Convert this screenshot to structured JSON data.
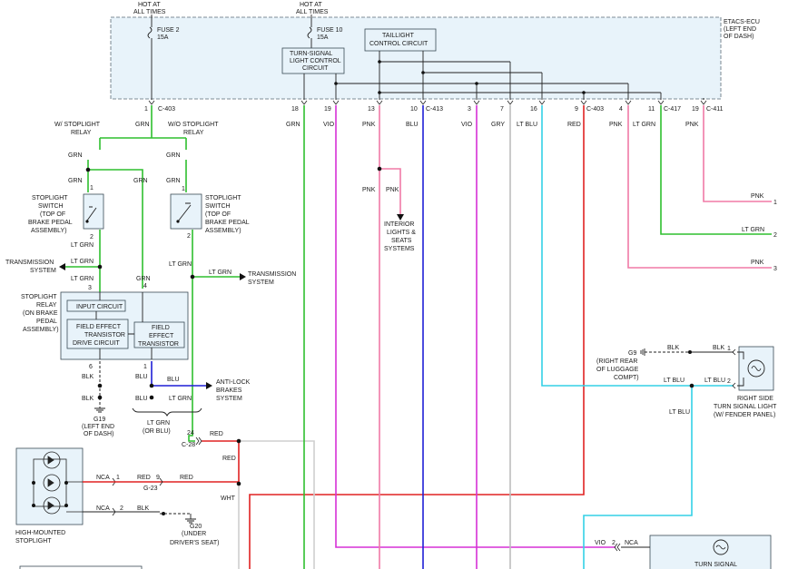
{
  "colors": {
    "grn": "#2fbf2f",
    "ltgrn": "#2fbf2f",
    "vio": "#d630d6",
    "pnk": "#f07aa6",
    "blu": "#1f1fd6",
    "gry": "#bdbdbd",
    "ltblu": "#33d1e6",
    "red": "#e02222",
    "wht": "#cfcfcf",
    "blk": "#222222",
    "box_fill": "#e8f3fa"
  },
  "top": {
    "hot1": [
      "HOT AT",
      "ALL TIMES"
    ],
    "hot2": [
      "HOT AT",
      "ALL TIMES"
    ],
    "fuse2": [
      "FUSE 2",
      "15A"
    ],
    "fuse10": [
      "FUSE 10",
      "15A"
    ],
    "taillight_cc": [
      "TAILLIGHT",
      "CONTROL CIRCUIT"
    ],
    "turn_cc": [
      "TURN-SIGNAL",
      "LIGHT CONTROL",
      "CIRCUIT"
    ],
    "ecu": [
      "ETACS-ECU",
      "(LEFT END",
      "OF DASH)"
    ]
  },
  "pins_top": [
    "1",
    "18",
    "19",
    "13",
    "10",
    "3",
    "7",
    "16",
    "9",
    "4",
    "11",
    "19"
  ],
  "connectors": {
    "c403a": "C-403",
    "c413": "C-413",
    "c403b": "C-403",
    "c417": "C-417",
    "c411": "C-411",
    "c28": "C-28",
    "g23": "G-23"
  },
  "wire_labels_top": [
    "GRN",
    "GRN",
    "VIO",
    "PNK",
    "BLU",
    "VIO",
    "GRY",
    "LT BLU",
    "RED",
    "PNK",
    "LT GRN",
    "PNK"
  ],
  "left": {
    "w_relay": [
      "W/ STOPLIGHT",
      "RELAY"
    ],
    "wo_relay": [
      "W/O STOPLIGHT",
      "RELAY"
    ],
    "grn": "GRN",
    "ltgrn": "LT GRN",
    "blk": "BLK",
    "blu": "BLU",
    "stoplight_switch": [
      "STOPLIGHT",
      "SWITCH",
      "(TOP OF",
      "BRAKE PEDAL",
      "ASSEMBLY)"
    ],
    "transmission": [
      "TRANSMISSION",
      "SYSTEM"
    ],
    "stoplight_relay": [
      "STOPLIGHT",
      "RELAY",
      "(ON BRAKE",
      "PEDAL",
      "ASSEMBLY)"
    ],
    "input_circuit": "INPUT CIRCUIT",
    "fet_drive": [
      "FIELD EFFECT",
      "TRANSISTOR",
      "DRIVE CIRCUIT"
    ],
    "fet": [
      "FIELD",
      "EFFECT",
      "TRANSISTOR"
    ],
    "antilock": [
      "ANTI-LOCK",
      "BRAKES",
      "SYSTEM"
    ],
    "g19": [
      "G19",
      "(LEFT END",
      "OF DASH)"
    ],
    "ltgrn_or_blu": [
      "LT GRN",
      "(OR BLU)"
    ],
    "pins": [
      "1",
      "2",
      "1",
      "2",
      "3",
      "4",
      "6",
      "1",
      "24"
    ]
  },
  "bottom": {
    "hmsl": [
      "HIGH-MOUNTED",
      "STOPLIGHT"
    ],
    "nca1": "NCA",
    "nca2": "NCA",
    "nca3": "NCA",
    "red": "RED",
    "wht": "WHT",
    "blk": "BLK",
    "g20": [
      "G20",
      "(UNDER",
      "DRIVER'S SEAT)"
    ],
    "pins": [
      "1",
      "9",
      "2",
      "2"
    ],
    "vio": "VIO",
    "turn_signal": "TURN SIGNAL"
  },
  "right": {
    "interior": [
      "INTERIOR",
      "LIGHTS &",
      "SEATS",
      "SYSTEMS"
    ],
    "pnk": "PNK",
    "out_pnk1": "PNK",
    "out_ltgrn": "LT GRN",
    "out_pnk3": "PNK",
    "out_nums": [
      "1",
      "2",
      "3"
    ],
    "g9": [
      "G9",
      "(RIGHT REAR",
      "OF LUGGAGE",
      "COMPT)"
    ],
    "blk": "BLK",
    "ltblu": "LT BLU",
    "rs_turn": [
      "RIGHT SIDE",
      "TURN SIGNAL LIGHT",
      "(W/ FENDER PANEL)"
    ],
    "pins": [
      "1",
      "2"
    ]
  }
}
